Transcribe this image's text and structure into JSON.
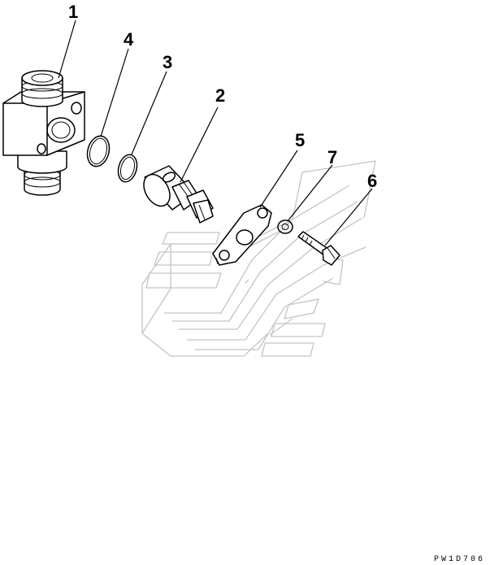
{
  "diagram": {
    "callouts": [
      {
        "id": "part-1",
        "label": "1"
      },
      {
        "id": "part-2",
        "label": "2"
      },
      {
        "id": "part-3",
        "label": "3"
      },
      {
        "id": "part-4",
        "label": "4"
      },
      {
        "id": "part-5",
        "label": "5"
      },
      {
        "id": "part-6",
        "label": "6"
      },
      {
        "id": "part-7",
        "label": "7"
      }
    ],
    "drawing_code": "PW1D706"
  }
}
